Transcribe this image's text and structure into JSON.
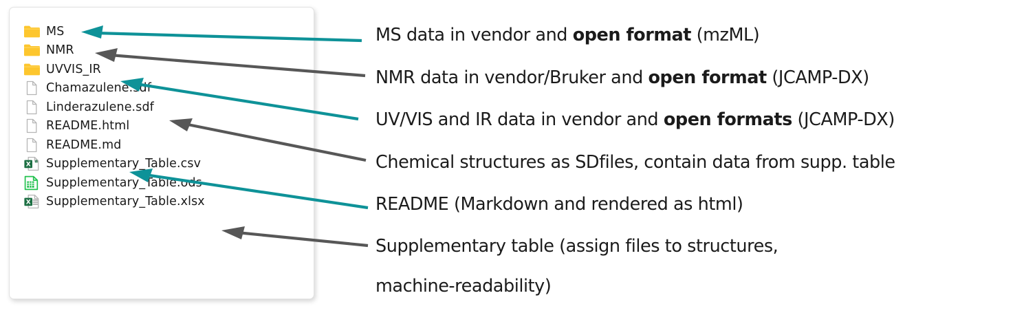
{
  "file_browser": {
    "items": [
      {
        "name": "MS",
        "icon": "folder-icon",
        "type": "folder"
      },
      {
        "name": "NMR",
        "icon": "folder-icon",
        "type": "folder"
      },
      {
        "name": "UVVIS_IR",
        "icon": "folder-icon",
        "type": "folder"
      },
      {
        "name": "Chamazulene.sdf",
        "icon": "document-icon",
        "type": "file"
      },
      {
        "name": "Linderazulene.sdf",
        "icon": "document-icon",
        "type": "file"
      },
      {
        "name": "README.html",
        "icon": "document-icon",
        "type": "file"
      },
      {
        "name": "README.md",
        "icon": "document-icon",
        "type": "file"
      },
      {
        "name": "Supplementary_Table.csv",
        "icon": "excel-csv-icon",
        "type": "file"
      },
      {
        "name": "Supplementary_Table.ods",
        "icon": "libreoffice-calc-icon",
        "type": "file"
      },
      {
        "name": "Supplementary_Table.xlsx",
        "icon": "excel-xlsx-icon",
        "type": "file"
      }
    ]
  },
  "annotations": [
    {
      "id": "ms-annotation",
      "segments": [
        {
          "text": "MS data in vendor and ",
          "bold": false
        },
        {
          "text": "open format",
          "bold": true
        },
        {
          "text": " (mzML)",
          "bold": false
        }
      ]
    },
    {
      "id": "nmr-annotation",
      "segments": [
        {
          "text": "NMR data in vendor/Bruker and ",
          "bold": false
        },
        {
          "text": "open format",
          "bold": true
        },
        {
          "text": " (JCAMP-DX)",
          "bold": false
        }
      ]
    },
    {
      "id": "uvvis-ir-annotation",
      "segments": [
        {
          "text": "UV/VIS and IR data in vendor and ",
          "bold": false
        },
        {
          "text": "open formats",
          "bold": true
        },
        {
          "text": " (JCAMP-DX)",
          "bold": false
        }
      ]
    },
    {
      "id": "sdfiles-annotation",
      "segments": [
        {
          "text": "Chemical structures as SDfiles, contain data from supp. table",
          "bold": false
        }
      ]
    },
    {
      "id": "readme-annotation",
      "segments": [
        {
          "text": "README (Markdown and rendered as html)",
          "bold": false
        }
      ]
    },
    {
      "id": "supplementary-annotation-line1",
      "segments": [
        {
          "text": "Supplementary table (assign files to structures,",
          "bold": false
        }
      ]
    },
    {
      "id": "supplementary-annotation-line2",
      "segments": [
        {
          "text": "machine-readability)",
          "bold": false
        }
      ]
    }
  ],
  "arrows": [
    {
      "id": "arrow-ms",
      "color_name": "teal",
      "target": "MS"
    },
    {
      "id": "arrow-nmr",
      "color_name": "gray",
      "target": "NMR"
    },
    {
      "id": "arrow-uvvis-ir",
      "color_name": "teal",
      "target": "UVVIS_IR"
    },
    {
      "id": "arrow-sdfiles",
      "color_name": "gray",
      "target": "Linderazulene.sdf"
    },
    {
      "id": "arrow-readme",
      "color_name": "teal",
      "target": "README.md"
    },
    {
      "id": "arrow-supplementary",
      "color_name": "gray",
      "target": "Supplementary_Table.ods"
    }
  ],
  "colors": {
    "teal": "#0e9298",
    "gray": "#575757",
    "folder": "#fdc62e",
    "folder_light": "#ffd969",
    "document_outline": "#b5b5b5",
    "excel_green": "#1d7044",
    "calc_green": "#23c14f",
    "text": "#1b1b1b",
    "panel_border": "#e3e3e3"
  }
}
